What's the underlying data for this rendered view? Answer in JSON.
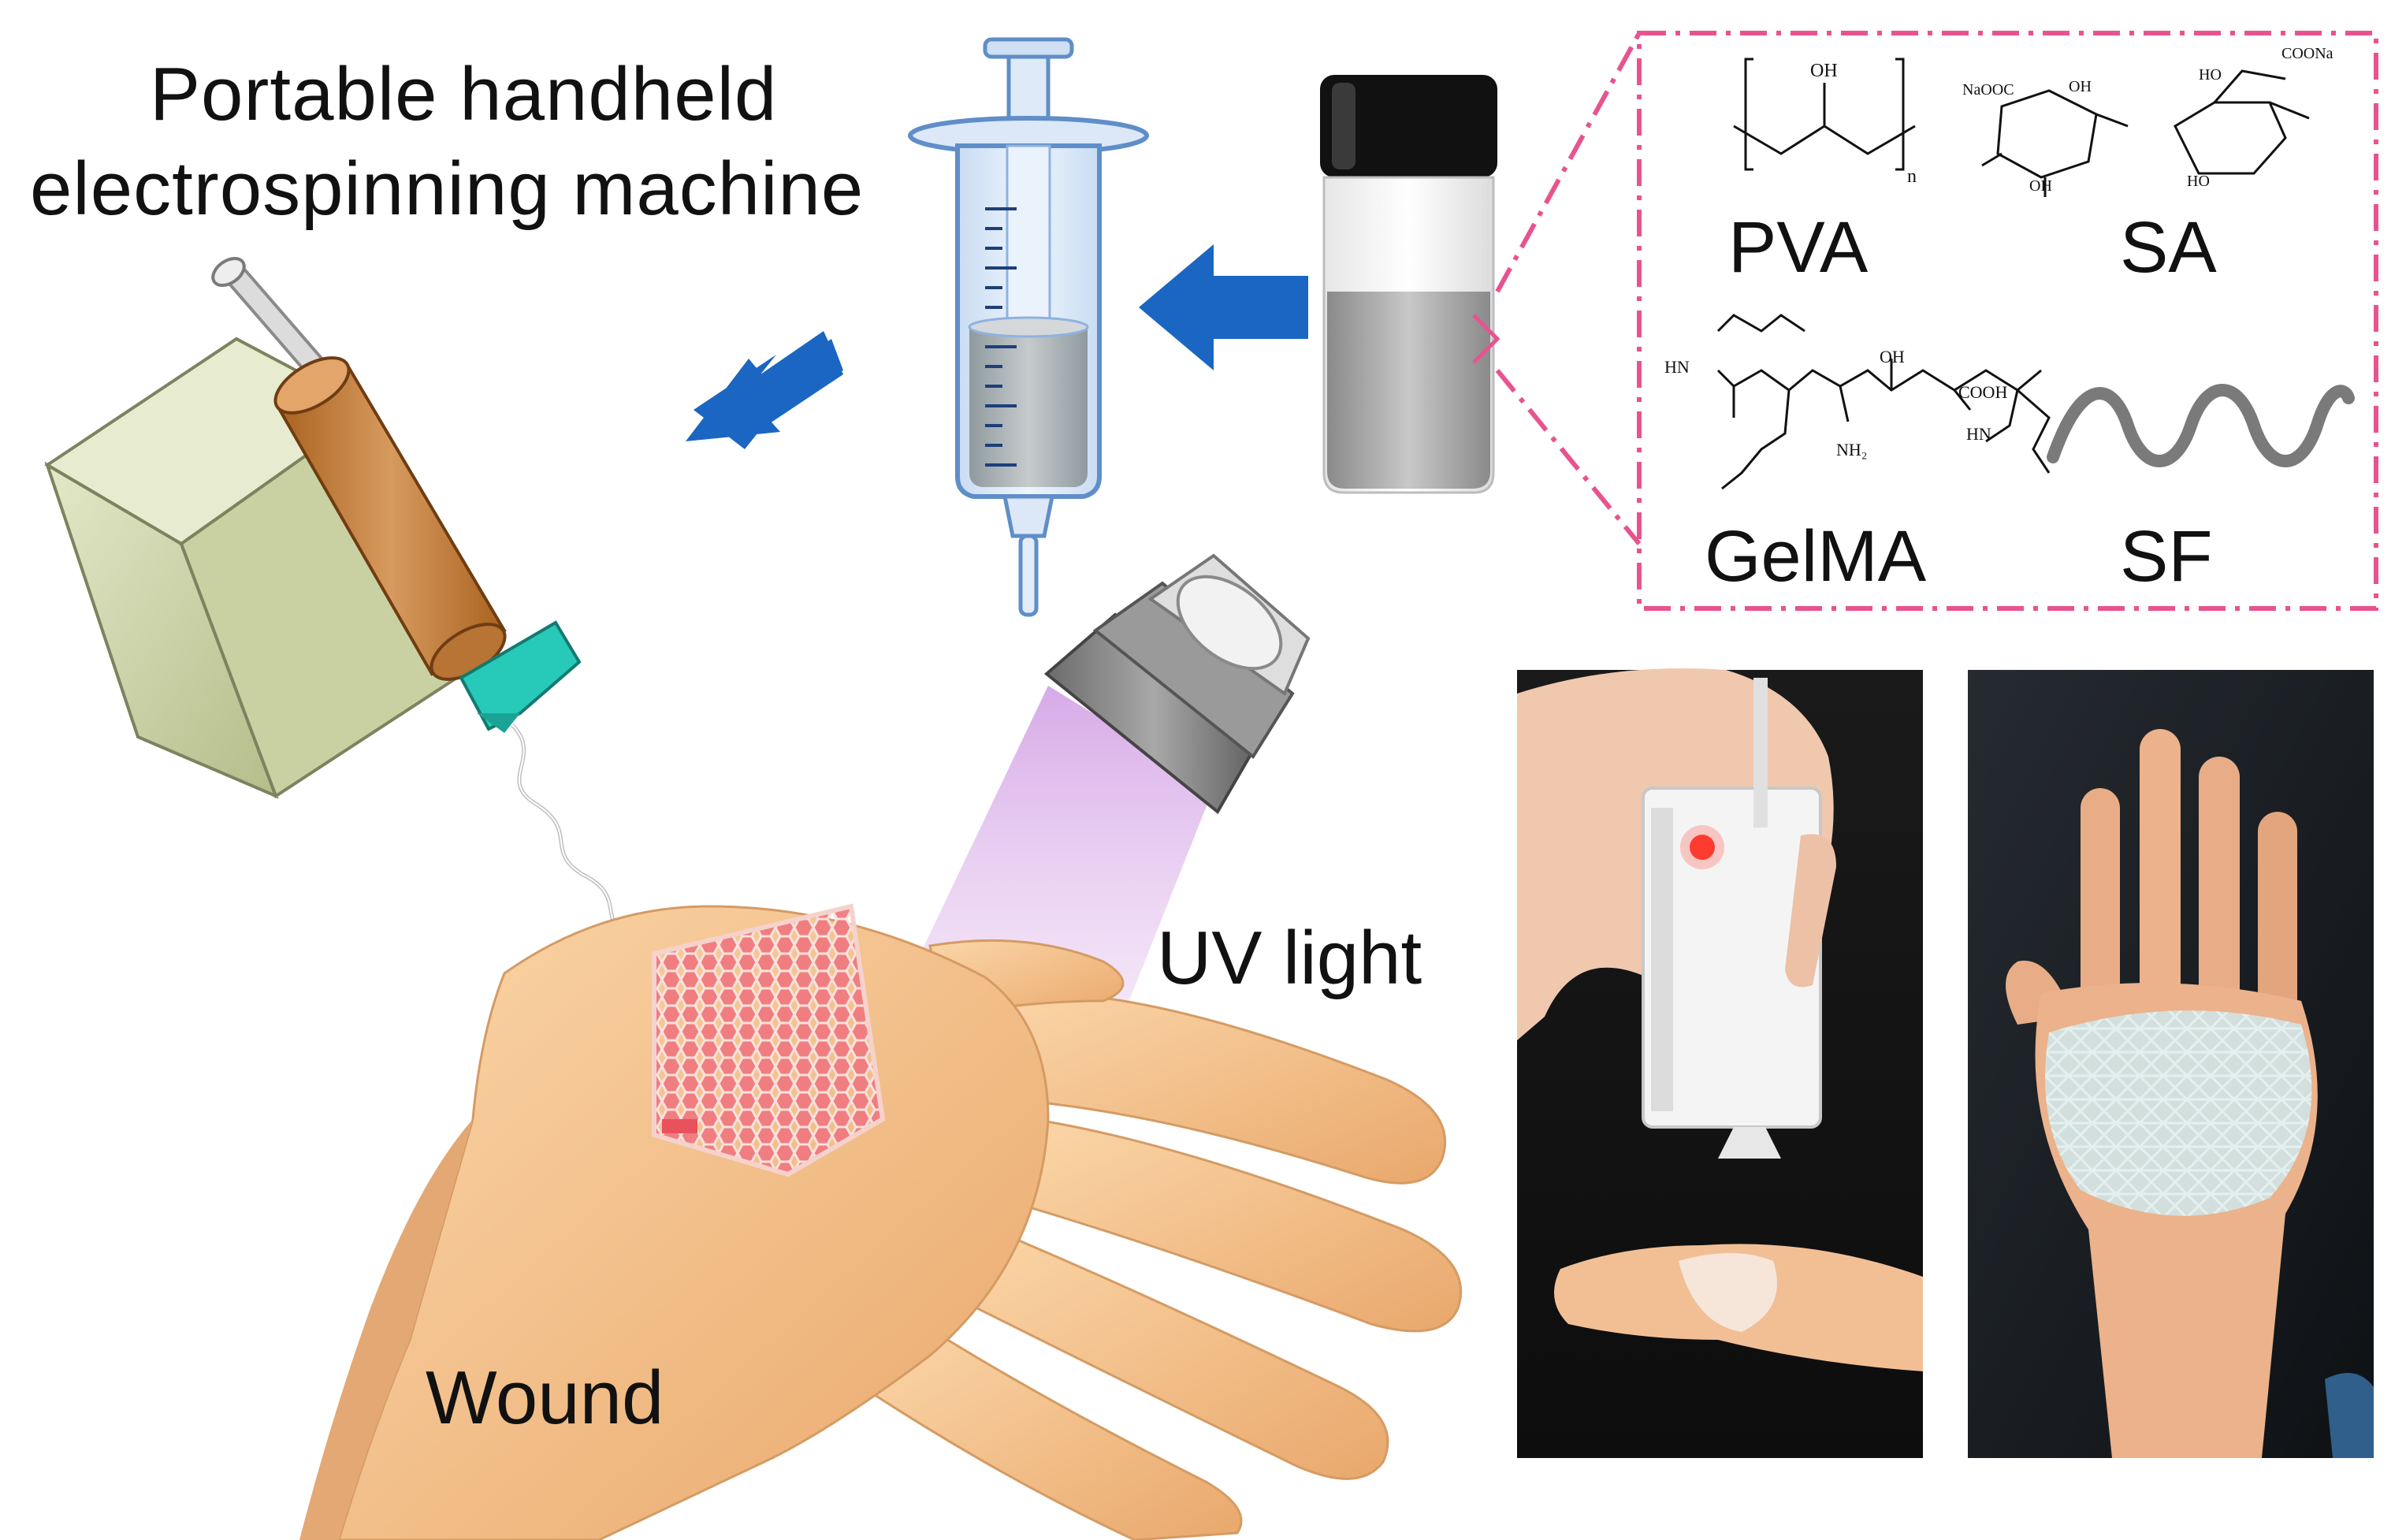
{
  "labels": {
    "title_line_1": "Portable handheld",
    "title_line_2": "electrospinning machine",
    "uv": "UV light",
    "wound": "Wound"
  },
  "materials": {
    "pva": "PVA",
    "sa": "SA",
    "gelma": "GelMA",
    "sf": "SF"
  },
  "chem_text": {
    "oh": "OH",
    "n_sub": "n",
    "naooc": "NaOOC",
    "coona": "COONa",
    "ho": "HO",
    "hn": "HN",
    "cooh": "COOH",
    "nh2": "NH₂"
  },
  "colors": {
    "arrow_blue": "#1b66c2",
    "dash_pink": "#e8538f",
    "skin": "#f4c08a",
    "device_green": "#cfd7ad",
    "device_orange": "#c9803e",
    "nozzle_teal": "#27c9b9",
    "uv_purple": "#d9a8e6"
  },
  "icons": [
    "syringe-icon",
    "vial-icon",
    "electrospinning-device-icon",
    "uv-lamp-icon",
    "hand-icon",
    "arrow-icon"
  ]
}
